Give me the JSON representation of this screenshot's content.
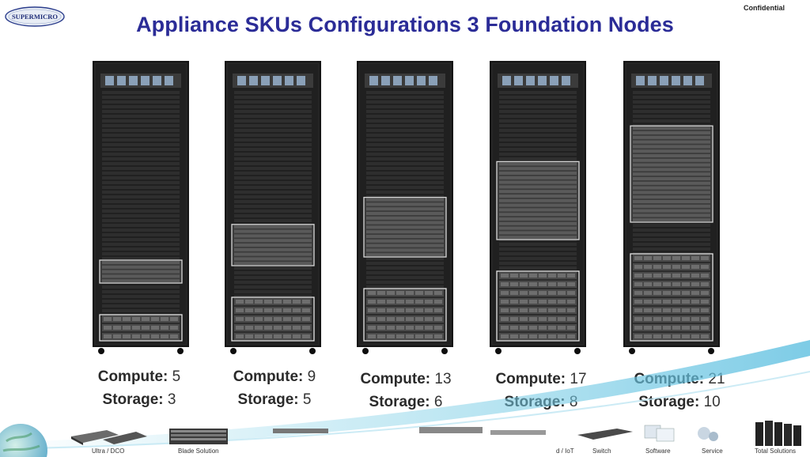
{
  "header": {
    "logo_text": "SUPERMICRO",
    "confidential": "Confidential",
    "title": "Appliance SKUs Configurations 3 Foundation Nodes"
  },
  "racks": [
    {
      "compute_label": "Compute:",
      "compute": 5,
      "storage_label": "Storage:",
      "storage": 3,
      "compute_units": 5,
      "storage_units": 3
    },
    {
      "compute_label": "Compute:",
      "compute": 9,
      "storage_label": "Storage:",
      "storage": 5,
      "compute_units": 9,
      "storage_units": 5
    },
    {
      "compute_label": "Compute:",
      "compute": 13,
      "storage_label": "Storage:",
      "storage": 6,
      "compute_units": 13,
      "storage_units": 6
    },
    {
      "compute_label": "Compute:",
      "compute": 17,
      "storage_label": "Storage:",
      "storage": 8,
      "compute_units": 17,
      "storage_units": 8
    },
    {
      "compute_label": "Compute:",
      "compute": 21,
      "storage_label": "Storage:",
      "storage": 10,
      "compute_units": 21,
      "storage_units": 10
    }
  ],
  "footer": {
    "labels": [
      "Ultra / DCO",
      "Blade Solution",
      "d / IoT",
      "Switch",
      "Software",
      "Service",
      "Total Solutions"
    ]
  },
  "colors": {
    "title": "#2b2c97",
    "rack_body": "#1a1a1a",
    "accent_swoosh": "#7ecfe6"
  }
}
